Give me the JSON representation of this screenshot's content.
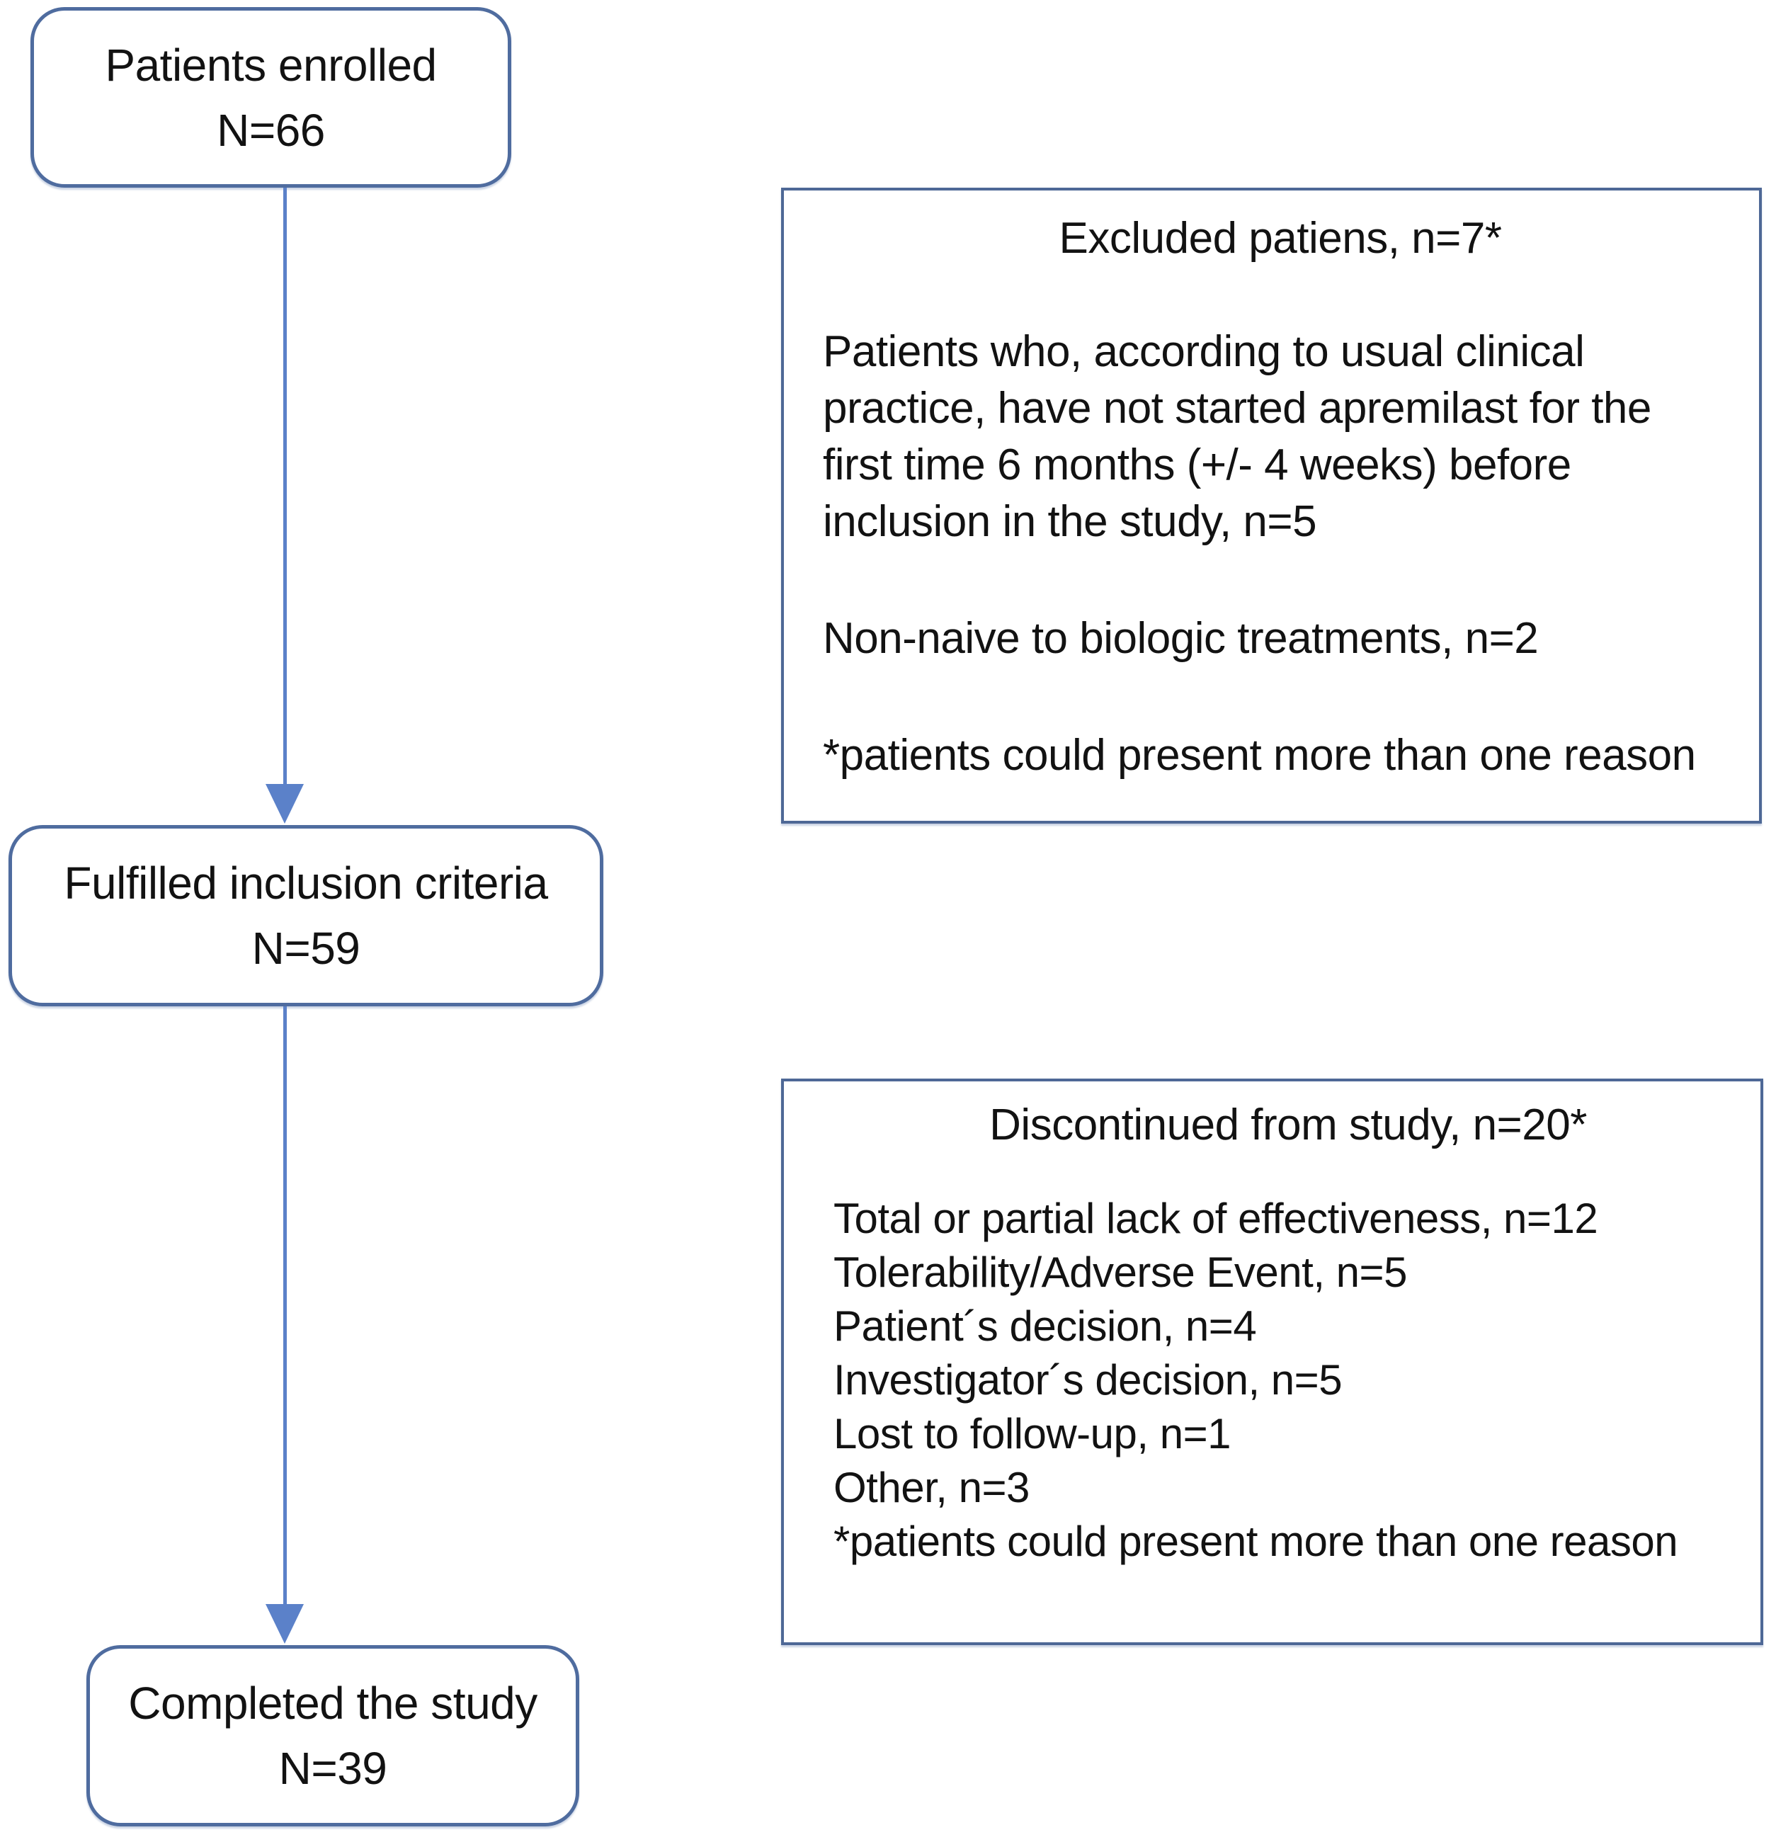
{
  "flow": {
    "nodes": [
      {
        "id": "enrolled",
        "line1": "Patients enrolled",
        "line2": "N=66"
      },
      {
        "id": "fulfilled",
        "line1": "Fulfilled inclusion criteria",
        "line2": "N=59"
      },
      {
        "id": "completed",
        "line1": "Completed the study",
        "line2": "N=39"
      }
    ],
    "excluded": {
      "title": "Excluded patiens, n=7*",
      "body_lines": [
        "Patients who, according to usual clinical",
        "practice, have not started apremilast for the",
        "first time 6 months (+/- 4 weeks) before",
        "inclusion in the study, n=5"
      ],
      "non_naive": "Non-naive to biologic treatments, n=2",
      "footnote": "*patients could present more than one reason"
    },
    "discontinued": {
      "title": "Discontinued from study, n=20*",
      "items": [
        "Total or partial lack of effectiveness, n=12",
        "Tolerability/Adverse Event, n=5",
        "Patient´s decision, n=4",
        "Investigator´s decision, n=5",
        "Lost to follow-up, n=1",
        "Other, n=3",
        "*patients could present more than one reason"
      ]
    },
    "colors": {
      "node_border": "#4f6c9f",
      "rect_border": "#4e6896",
      "arrow": "#5b81c9",
      "text": "#121212",
      "background": "#ffffff"
    }
  }
}
